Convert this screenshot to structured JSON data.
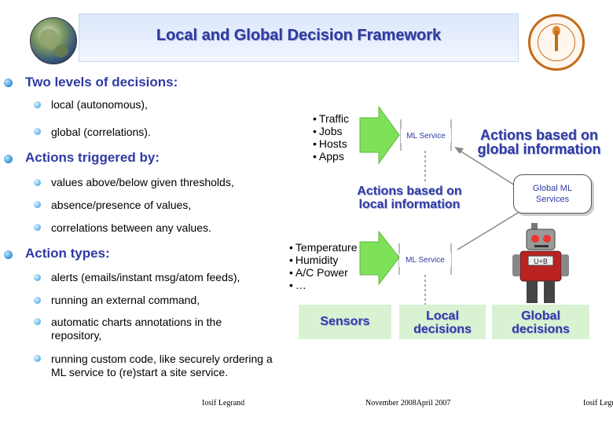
{
  "title": "Local and Global Decision Framework",
  "bullets": {
    "b1": "Two levels of decisions:",
    "b1_items": [
      "local (autonomous),",
      "global (correlations)."
    ],
    "b2": "Actions triggered by:",
    "b2_items": [
      "values above/below given thresholds,",
      "absence/presence of values,",
      "correlations between any values."
    ],
    "b3": "Action types:",
    "b3_items": [
      "alerts (emails/instant msg/atom feeds),",
      "running an external command,",
      "automatic charts annotations in the repository,",
      "running custom code, like securely ordering a ML service to (re)start a site service."
    ]
  },
  "diagram": {
    "upper_list": [
      "Traffic",
      "Jobs",
      "Hosts",
      "Apps"
    ],
    "ml_service_label": "ML Service",
    "actions_global": "Actions based on global information",
    "actions_local": "Actions based on local information",
    "global_ml": "Global ML Services",
    "lower_list": [
      "Temperature",
      "Humidity",
      "A/C Power",
      "…"
    ],
    "sensors": "Sensors",
    "local_decisions": "Local decisions",
    "global_decisions": "Global decisions",
    "robot_label": "U+B"
  },
  "footer": {
    "author": "Iosif Legrand",
    "date": "November 2008April 2007",
    "author_right": "Iosif Legr"
  },
  "colors": {
    "title": "#2f3aa3",
    "arrow_green": "#7fe05a",
    "box_green": "#d9f2d2",
    "seal": "#c46a1a"
  }
}
